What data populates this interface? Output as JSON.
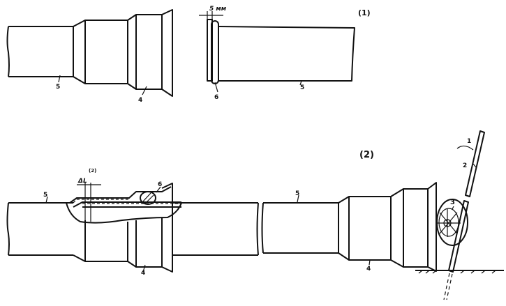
{
  "figure_labels": {
    "fig1": "(1)",
    "fig2": "(2)"
  },
  "dimension_label": "5 мм",
  "delta_label": "ΔL",
  "delta_note": "(2)",
  "callouts": {
    "c1": "1",
    "c2": "2",
    "c3": "3",
    "c4a": "4",
    "c4b": "4",
    "c4c": "4",
    "c5a": "5",
    "c5b": "5",
    "c5c": "5",
    "c5d": "5",
    "c6a": "6",
    "c6b": "6"
  }
}
